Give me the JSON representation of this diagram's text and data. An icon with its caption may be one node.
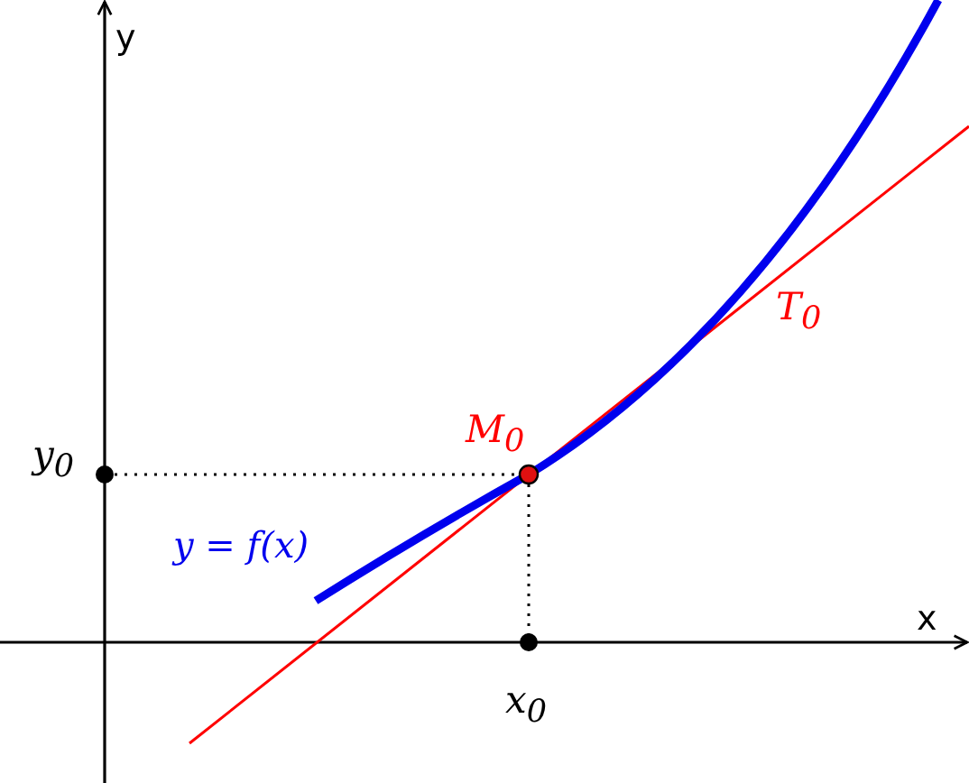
{
  "diagram": {
    "labels": [
      "y",
      "T$_{0}$",
      "M$_{0}$",
      "y$_{0}$",
      "y = f(x)",
      "x",
      "x$_{0}$"
    ]
  }
}
